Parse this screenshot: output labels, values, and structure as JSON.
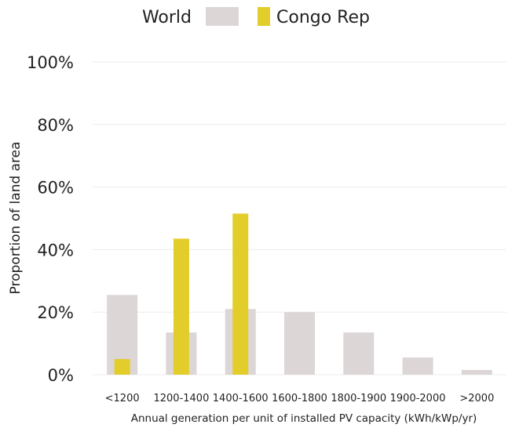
{
  "chart_data": {
    "type": "bar",
    "categories": [
      "<1200",
      "1200-1400",
      "1400-1600",
      "1600-1800",
      "1800-1900",
      "1900-2000",
      ">2000"
    ],
    "series": [
      {
        "name": "World",
        "values": [
          25.5,
          13.5,
          21,
          20,
          13.5,
          5.5,
          1.5
        ],
        "color": "#dcd6d6"
      },
      {
        "name": "Congo Rep",
        "values": [
          5,
          43.5,
          51.5,
          0,
          0,
          0,
          0
        ],
        "color": "#e3cd2b"
      }
    ],
    "title": "",
    "xlabel": "Annual generation per unit of installed PV capacity (kWh/kWp/yr)",
    "ylabel": "Proportion of land area",
    "ylim": [
      0,
      100
    ],
    "yticks": [
      "0%",
      "20%",
      "40%",
      "60%",
      "80%",
      "100%"
    ],
    "yticks_values": [
      0,
      20,
      40,
      60,
      80,
      100
    ],
    "grid": true,
    "legend_position": "top"
  }
}
